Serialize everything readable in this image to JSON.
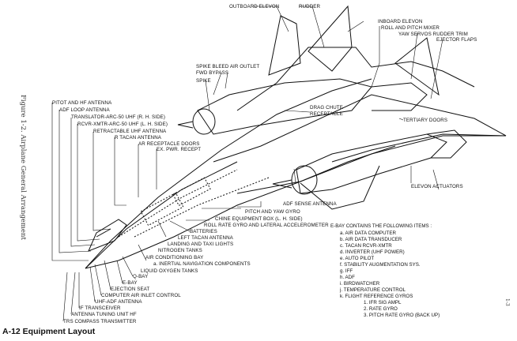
{
  "caption": "A-12 Equipment Layout",
  "figure_title": "Figure 1-2. Airplane General Arrangement",
  "page_number": "1-3",
  "labels": {
    "outboard_elevon": "OUTBOARD ELEVON",
    "rudder": "RUDDER",
    "inboard_elevon": "INBOARD ELEVON",
    "roll_pitch_mixer": "ROLL AND PITCH MIXER",
    "yaw_servos": "YAW SERVOS RUDDER TRIM",
    "ejector_flaps": "EJECTOR FLAPS",
    "spike_bleed": "SPIKE BLEED AIR OUTLET",
    "fwd_bypass": "FWD BYPASS",
    "spike": "SPIKE",
    "drag_chute": "DRAG CHUTE",
    "receptacle": "RECEPTACLE",
    "pitot": "PITOT AND HF ANTENNA",
    "adf_loop": "ADF LOOP ANTENNA",
    "translator": "TRANSLATOR-ARC-50 UHF (R. H. SIDE)",
    "rcvr_xmtr": "RCVR-XMTR-ARC-50 UHF (L. H. SIDE)",
    "retractable_uhf": "RETRACTABLE UHF ANTENNA",
    "r_tacan": "R TACAN ANTENNA",
    "ar_receptacle": "AR RECEPTACLE DOORS",
    "ex_pwr": "EX. PWR. RECEPT",
    "tertiary_doors": "TERTIARY DOORS",
    "elevon_actuators": "ELEVON ACTUATORS",
    "adf_sense": "ADF SENSE ANTENNA",
    "pitch_yaw_gyro": "PITCH AND YAW GYRO",
    "chine_box": "CHINE EQUIPMENT BOX (L. H. SIDE)",
    "roll_rate_gyro": "ROLL RATE GYRO AND LATERAL ACCELEROMETER",
    "batteries": "BATTERIES",
    "left_tacan": "LEFT TACAN ANTENNA",
    "landing_lights": "LANDING AND TAXI LIGHTS",
    "nitrogen": "NITROGEN TANKS",
    "air_cond": "AIR CONDITIONING BAY",
    "inertial": "a.  INERTIAL NAVIGATION COMPONENTS",
    "lox": "LIQUID OXYGEN TANKS",
    "qbay": "Q-BAY",
    "ebay": "E-BAY",
    "ejection_seat": "EJECTION SEAT",
    "computer_air": "COMPUTER AIR INLET CONTROL",
    "uhf_adf": "UHF-ADF ANTENNA",
    "if_transceiver": "IF TRANSCEIVER",
    "antenna_tuning": "ANTENNA TUNING UNIT HF",
    "trs_compass": "TRS COMPASS TRANSMITTER"
  },
  "ebay": {
    "heading": "E-BAY CONTAINS THE FOLLOWING ITEMS :",
    "items": [
      "a.   AIR DATA COMPUTER",
      "b.   AIR DATA TRANSDUCER",
      "c.   TACAN RCVR-XMTR",
      "d.   INVERTER (UHF POWER)",
      "e.   AUTO PILOT",
      "f.   STABILITY AUGMENTATION SYS.",
      "g.   IFF",
      "h.   ADF",
      "i.   BIRDWATCHER",
      "j.   TEMPERATURE CONTROL",
      "k.   FLIGHT REFERENCE GYROS"
    ],
    "subitems": [
      "1.  IFR SIG AMPL",
      "2.  RATE GYRO",
      "3.  PITCH RATE GYRO (BACK UP)"
    ]
  }
}
